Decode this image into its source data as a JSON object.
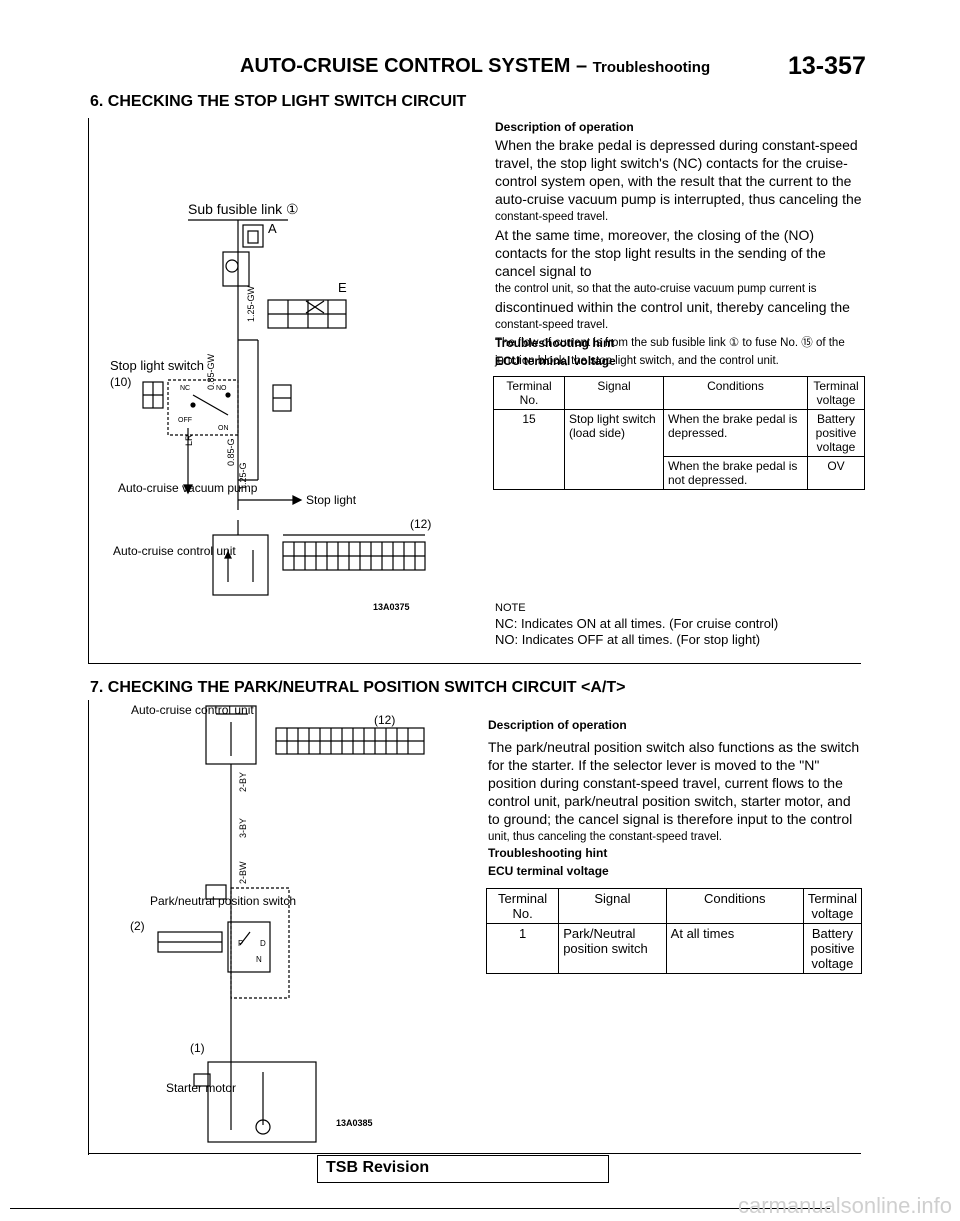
{
  "header": {
    "title": "AUTO-CRUISE CONTROL SYSTEM",
    "dash": "–",
    "subtitle": "Troubleshooting",
    "page": "13-357"
  },
  "section6": {
    "title": "6. CHECKING THE STOP LIGHT SWITCH CIRCUIT",
    "diagram": {
      "sub_fusible": "Sub fusible link ①",
      "conn_a": "A",
      "conn_e": "E",
      "stop_light_switch": "Stop light switch",
      "conn_10": "(10)",
      "pump": "Auto-cruise vacuum pump",
      "stop_light": "Stop light",
      "control_unit": "Auto-cruise control unit",
      "conn_12": "(12)",
      "wire1": "1.25-GW",
      "wire2": "0.85-GW",
      "wire3": "0.85-G",
      "wire4": "1.25-G",
      "wire5": "LR",
      "nc": "NC",
      "no": "NO",
      "off": "OFF",
      "on": "ON",
      "fig_code": "13A0375"
    },
    "desc_heading": "Description of operation",
    "para_a": "When the brake pedal is depressed during constant-speed travel, the stop light switch's (NC) contacts for the cruise-control system open, with the result that the current to the auto-cruise vacuum pump is interrupted, thus canceling the",
    "para_a_end": "constant-speed travel.",
    "para_b": "At the same time, moreover, the closing of the (NO) contacts for the stop light results in the sending of the cancel signal to",
    "para_b_sm": "the control unit, so that the auto-cruise vacuum pump current is",
    "para_b2": "discontinued within the control unit, thereby canceling the",
    "para_b_end": "constant-speed travel.",
    "para_c": "The flow of current is from the sub fusible link ① to fuse No. ⑮ of the junction block, the stop light switch, and the control unit.",
    "hint": "Troubleshooting hint",
    "ecu": "ECU terminal voltage",
    "table": {
      "h_terminal": "Terminal No.",
      "h_signal": "Signal",
      "h_conditions": "Conditions",
      "h_voltage": "Terminal voltage",
      "terminal": "15",
      "signal": "Stop light switch (load side)",
      "cond1": "When the brake pedal is depressed.",
      "volt1": "Battery positive voltage",
      "cond2": "When the brake pedal is not depressed.",
      "volt2": "OV"
    },
    "note_title": "NOTE",
    "note1": "NC: Indicates ON at all times. (For cruise control)",
    "note2": "NO: Indicates OFF at all times. (For stop light)"
  },
  "section7": {
    "title": "7. CHECKING THE PARK/NEUTRAL POSITION SWITCH CIRCUIT <A/T>",
    "diagram": {
      "control_unit": "Auto-cruise control unit",
      "conn_12": "(12)",
      "pn_switch": "Park/neutral position switch",
      "conn_2": "(2)",
      "conn_1": "(1)",
      "starter": "Starter motor",
      "wire1": "2-BY",
      "wire2": "3-BY",
      "wire3": "2-BW",
      "p": "P",
      "n": "N",
      "d": "D",
      "fig_code": "13A0385"
    },
    "desc_heading": "Description of operation",
    "para": "The park/neutral position switch also functions as the switch for the starter. If the selector lever is moved to the \"N\" position during constant-speed travel, current flows to the control unit, park/neutral position switch, starter motor, and to ground; the cancel signal is therefore input to the control",
    "para_end": "unit, thus canceling the constant-speed travel.",
    "hint": "Troubleshooting hint",
    "ecu": "ECU terminal voltage",
    "table": {
      "h_terminal": "Terminal No.",
      "h_signal": "Signal",
      "h_conditions": "Conditions",
      "h_voltage": "Terminal voltage",
      "terminal": "1",
      "signal": "Park/Neutral position switch",
      "cond": "At all times",
      "volt": "Battery positive voltage"
    }
  },
  "footer": {
    "tsb": "TSB Revision",
    "url": "carmanualsonline.info"
  }
}
